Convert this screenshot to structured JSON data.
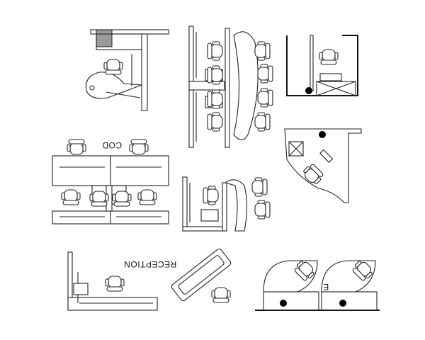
{
  "labels": {
    "cod": "COD",
    "reception": "RECEPTION",
    "e": "E"
  }
}
